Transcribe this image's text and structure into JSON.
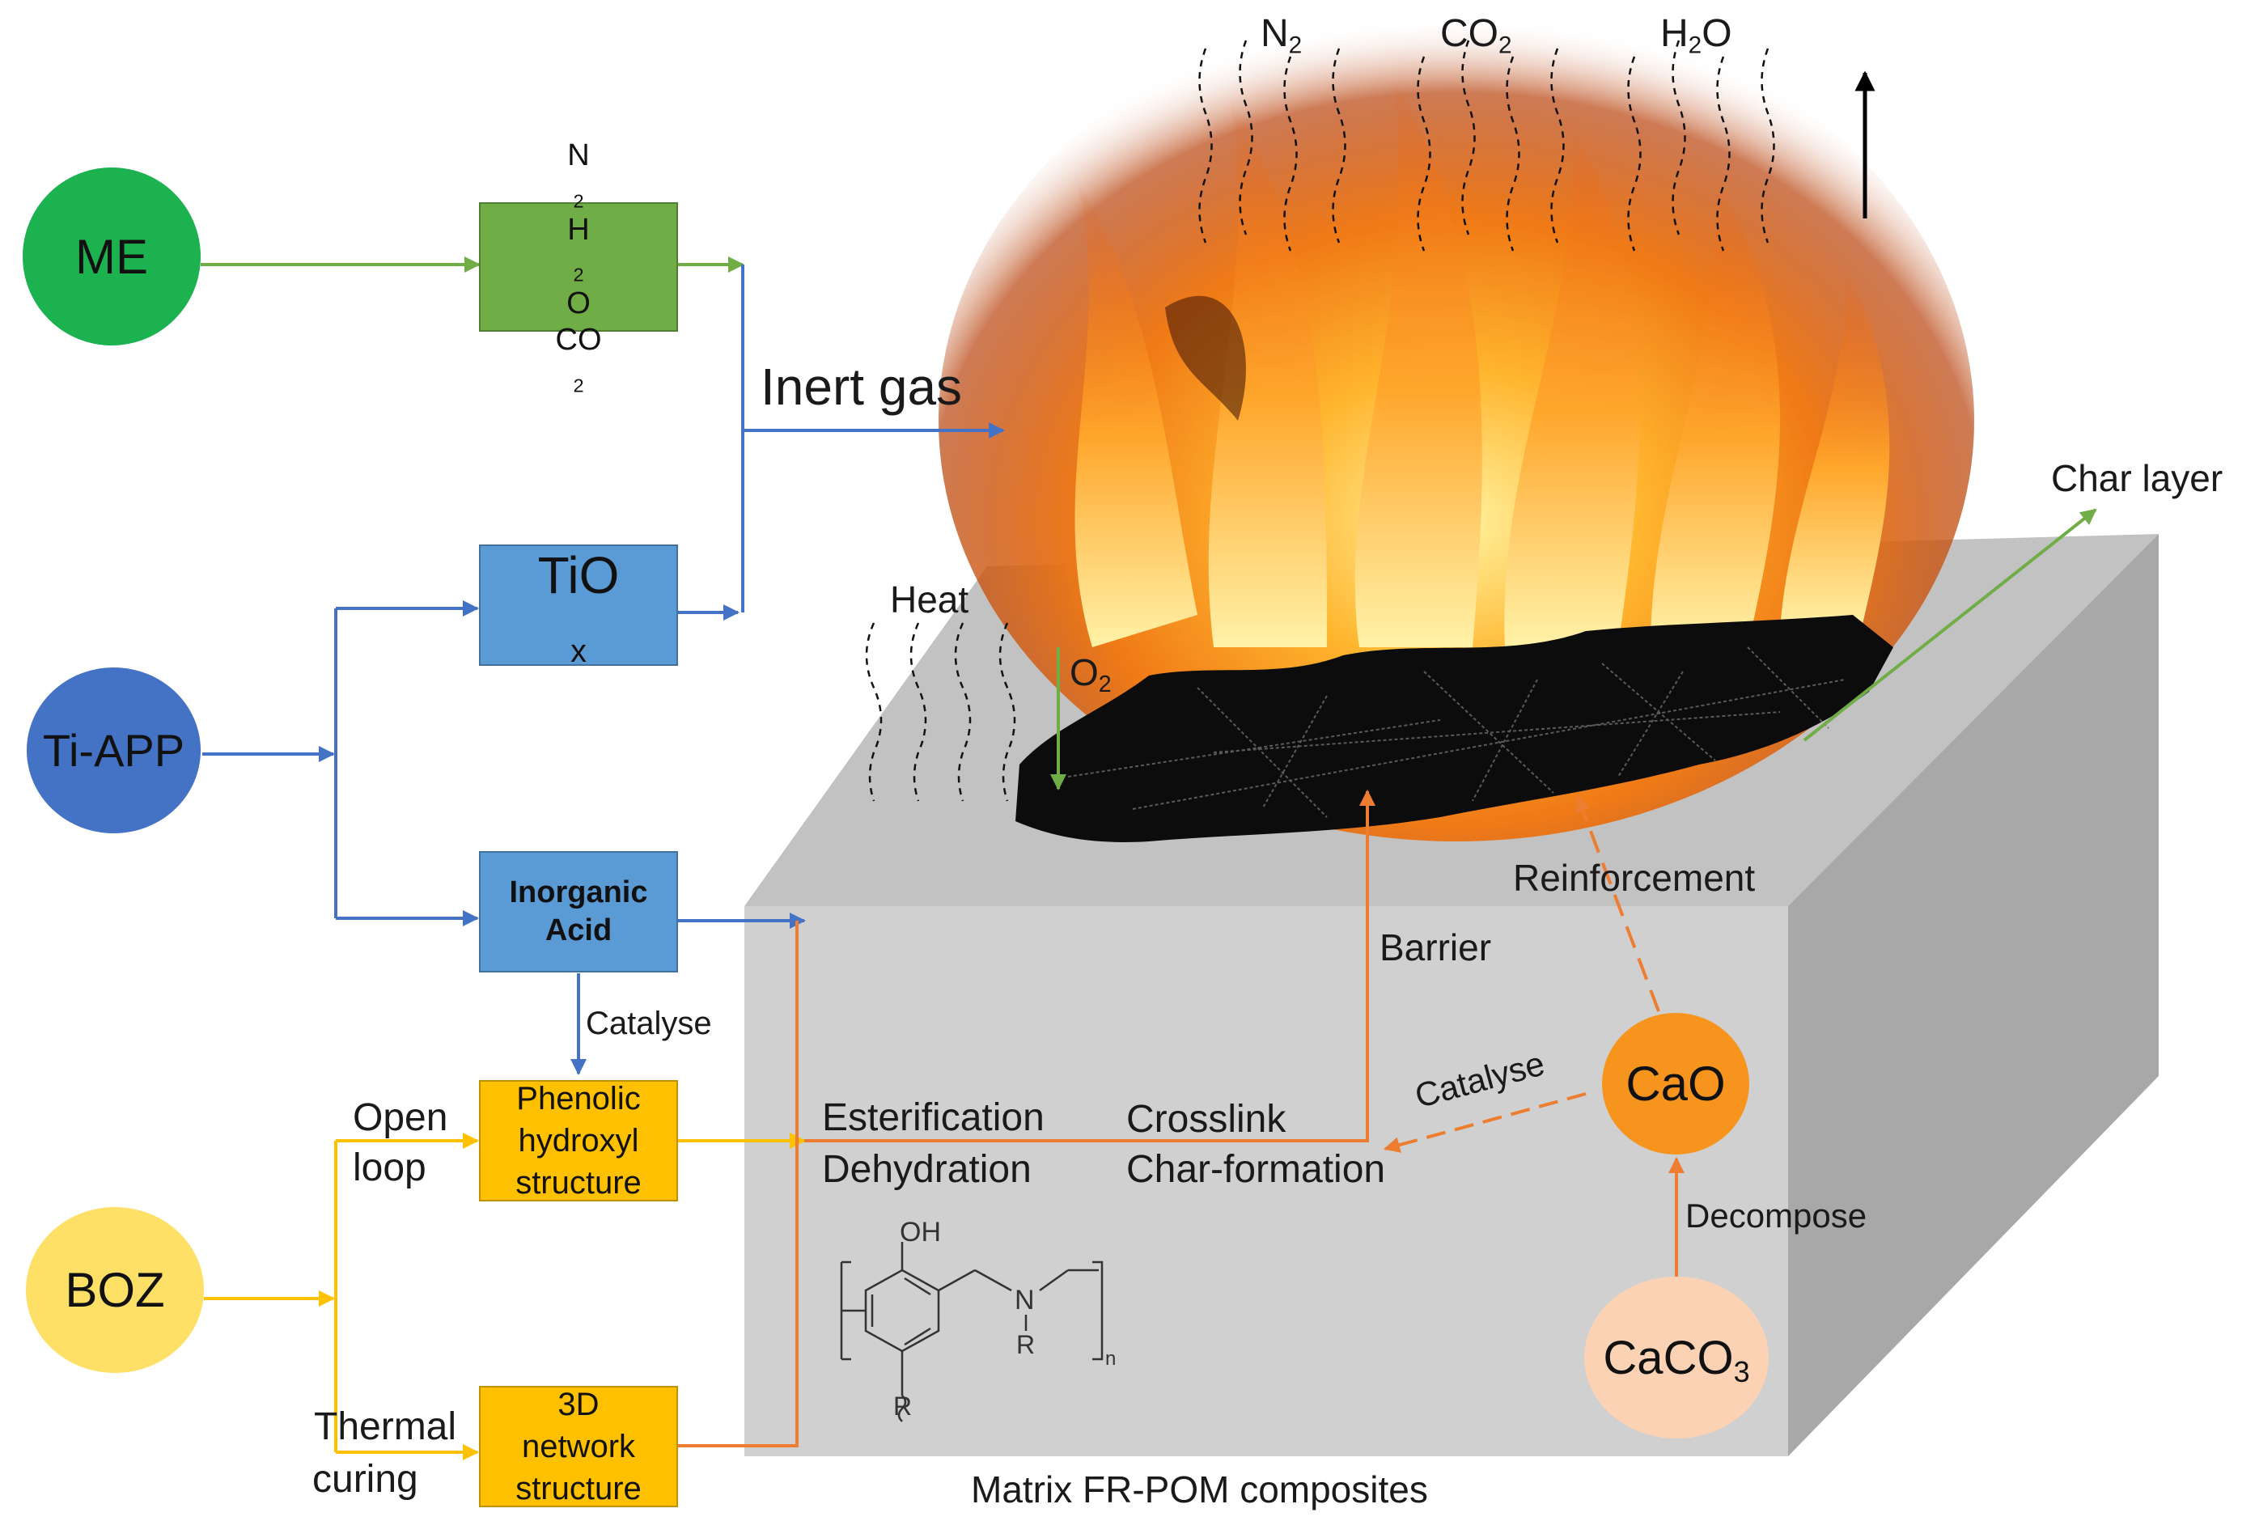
{
  "sources": {
    "me": {
      "label": "ME",
      "color": "#1cb24f"
    },
    "tiapp": {
      "label": "Ti-APP",
      "color": "#4472c4"
    },
    "boz": {
      "label": "BOZ",
      "color": "#ffe066"
    }
  },
  "boxes": {
    "gas_box": {
      "line1": "N",
      "line1_sub": "2",
      "line2a": "H",
      "line2_sub": "2",
      "line2b": "O",
      "line3": "CO",
      "line3_sub": "2",
      "color": "#70ad47"
    },
    "tiox": {
      "main": "TiO",
      "sub": "x",
      "color": "#5b9bd5"
    },
    "inorganic_acid": {
      "line1": "Inorganic",
      "line2": "Acid",
      "color": "#5b9bd5"
    },
    "phenolic": {
      "line1": "Phenolic",
      "line2": "hydroxyl",
      "line3": "structure",
      "color": "#ffc000"
    },
    "network": {
      "line1": "3D",
      "line2": "network",
      "line3": "structure",
      "color": "#ffc000"
    }
  },
  "labels": {
    "inert_gas": "Inert gas",
    "catalyse_acid": "Catalyse",
    "open": "Open",
    "loop": "loop",
    "thermal": "Thermal",
    "curing": "curing",
    "esterification": "Esterification",
    "dehydration": "Dehydration",
    "crosslink": "Crosslink",
    "char_formation": "Char-formation",
    "barrier": "Barrier",
    "reinforcement": "Reinforcement",
    "catalyse_cao": "Catalyse",
    "decompose": "Decompose",
    "heat": "Heat",
    "o2_main": "O",
    "o2_sub": "2",
    "char_layer": "Char layer",
    "matrix": "Matrix FR-POM composites"
  },
  "gases": [
    {
      "main": "N",
      "sub": "2"
    },
    {
      "main": "CO",
      "sub": "2"
    },
    {
      "main": "H",
      "sub": "2",
      "tail": "O"
    }
  ],
  "oxides": {
    "cao": {
      "label": "CaO",
      "color": "#f7941d"
    },
    "caco3": {
      "main": "CaCO",
      "sub": "3",
      "color": "#fbd3b4"
    }
  },
  "structure": {
    "oh": "OH",
    "n": "N",
    "r1": "R",
    "r2": "R",
    "n_sub": "n"
  },
  "colors": {
    "green_arrow": "#70ad47",
    "blue_arrow": "#4472c4",
    "yellow_arrow": "#ffc000",
    "orange_arrow": "#ed7d31",
    "cube_front": "#d0d0d0",
    "cube_top": "#c2c2c2",
    "cube_side": "#a8a8a8"
  }
}
